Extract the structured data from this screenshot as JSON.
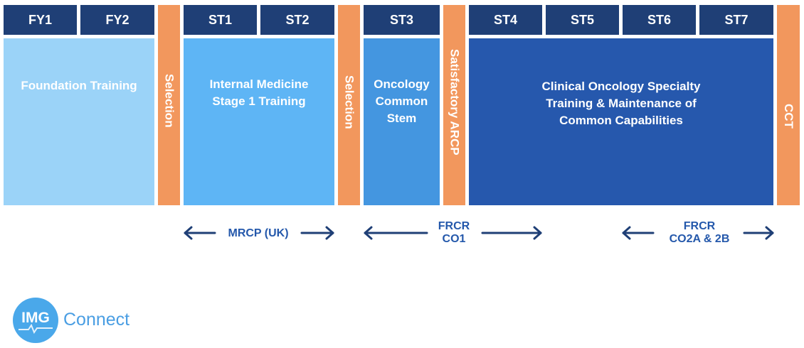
{
  "years": [
    "FY1",
    "FY2",
    "ST1",
    "ST2",
    "ST3",
    "ST4",
    "ST5",
    "ST6",
    "ST7"
  ],
  "stages": {
    "foundation": "Foundation Training",
    "im1_line1": "Internal Medicine",
    "im1_line2": "Stage 1 Training",
    "ocs_line1": "Oncology",
    "ocs_line2": "Common",
    "ocs_line3": "Stem",
    "co_line1": "Clinical Oncology Specialty",
    "co_line2": "Training & Maintenance of",
    "co_line3": "Common Capabilities"
  },
  "gates": {
    "selection1": "Selection",
    "selection2": "Selection",
    "arcp": "Satisfactory ARCP",
    "cct": "CCT"
  },
  "exams": {
    "mrcp": "MRCP (UK)",
    "frcr1_line1": "FRCR",
    "frcr1_line2": "CO1",
    "frcr2_line1": "FRCR",
    "frcr2_line2": "CO2A & 2B"
  },
  "logo": {
    "badge": "IMG",
    "word": "Connect"
  },
  "colors": {
    "year_header": "#1f3f76",
    "foundation": "#9bd3f8",
    "im1": "#5eb5f5",
    "ocs": "#4496e0",
    "clinical": "#2658ad",
    "gate": "#f2975d",
    "exam_text": "#2458ab",
    "arrow": "#1f3f76"
  }
}
